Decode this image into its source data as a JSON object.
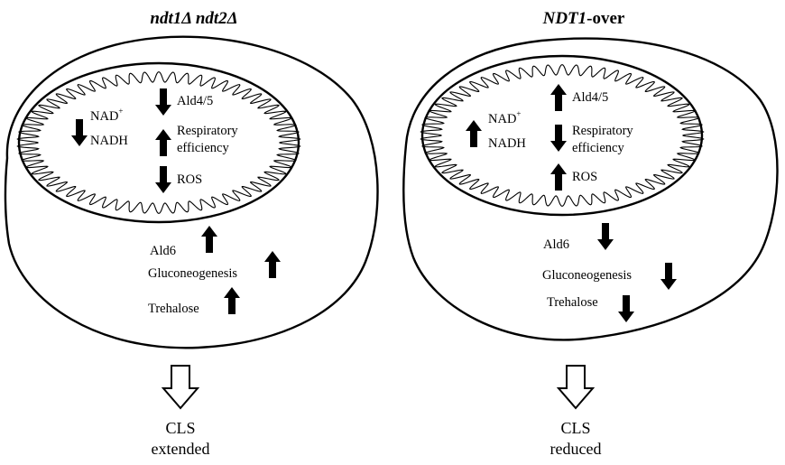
{
  "left": {
    "title": "ndt1Δ ndt2Δ",
    "mito": {
      "nad": "NAD",
      "nad_sup": "+",
      "nadh": "NADH",
      "ald45": "Ald4/5",
      "resp1": "Respiratory",
      "resp2": "efficiency",
      "ros": "ROS"
    },
    "cyto": {
      "ald6": "Ald6",
      "gluconeo": "Gluconeogenesis",
      "trehalose": "Trehalose"
    },
    "outcome": {
      "line1": "CLS",
      "line2": "extended"
    },
    "arrows": {
      "nad_nadh": "down",
      "ald45": "down",
      "respiratory_efficiency": "up",
      "ros": "down",
      "ald6": "up",
      "gluconeogenesis": "up",
      "trehalose": "up"
    }
  },
  "right": {
    "title_italic": "NDT1",
    "title_rest": "-over",
    "mito": {
      "nad": "NAD",
      "nad_sup": "+",
      "nadh": "NADH",
      "ald45": "Ald4/5",
      "resp1": "Respiratory",
      "resp2": "efficiency",
      "ros": "ROS"
    },
    "cyto": {
      "ald6": "Ald6",
      "gluconeo": "Gluconeogenesis",
      "trehalose": "Trehalose"
    },
    "outcome": {
      "line1": "CLS",
      "line2": "reduced"
    },
    "arrows": {
      "nad_nadh": "up",
      "ald45": "up",
      "respiratory_efficiency": "down",
      "ros": "up",
      "ald6": "down",
      "gluconeogenesis": "down",
      "trehalose": "down"
    }
  }
}
